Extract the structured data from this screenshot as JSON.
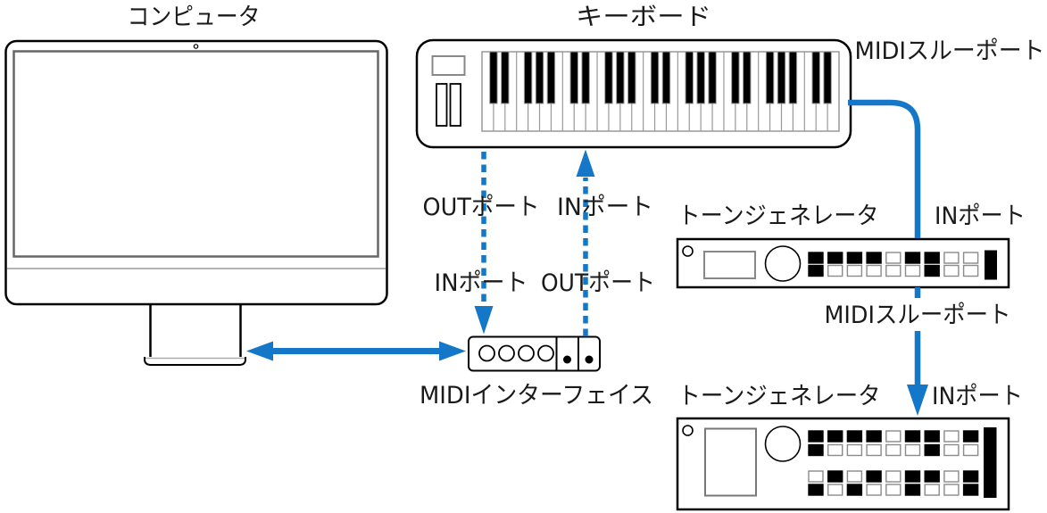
{
  "diagram": {
    "labels": {
      "computer": "コンピュータ",
      "keyboard": "キーボード",
      "midi_thru_top": "MIDIスルーポート",
      "out_port_upper": "OUTポート",
      "in_port_upper": "INポート",
      "in_port_lower": "INポート",
      "out_port_lower": "OUTポート",
      "tone_generator_1": "トーンジェネレータ",
      "in_port_tg1": "INポート",
      "midi_thru_mid": "MIDIスルーポート",
      "tone_generator_2": "トーンジェネレータ",
      "in_port_tg2": "INポート",
      "midi_interface": "MIDIインターフェイス"
    },
    "colors": {
      "connection_blue": "#1577C8"
    },
    "devices": {
      "keyboard": {
        "white_keys": 31
      },
      "tone_generator_1": {
        "button_rows": [
          [
            1,
            1,
            1,
            1,
            0,
            1,
            1,
            0,
            0
          ],
          [
            1,
            0,
            0,
            0,
            0,
            0,
            1,
            0,
            0
          ]
        ]
      },
      "tone_generator_2": {
        "button_rows_upper": [
          [
            1,
            1,
            1,
            1,
            0,
            1,
            1,
            0,
            1
          ],
          [
            1,
            0,
            0,
            0,
            0,
            0,
            1,
            0,
            0
          ]
        ],
        "button_rows_lower": [
          [
            0,
            1,
            0,
            1,
            0,
            1,
            1,
            0,
            1
          ],
          [
            1,
            0,
            1,
            0,
            0,
            1,
            0,
            0,
            1
          ]
        ]
      }
    }
  }
}
